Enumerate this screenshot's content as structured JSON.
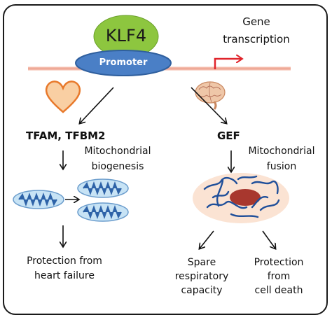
{
  "klf4": "KLF4",
  "promoter": "Promoter",
  "gene_transcription": [
    "Gene",
    "transcription"
  ],
  "left_factor": "TFAM, TFBM2",
  "right_factor": "GEF",
  "left_process": [
    "Mitochondrial",
    "biogenesis"
  ],
  "right_process": [
    "Mitochondrial",
    "fusion"
  ],
  "left_outcome": [
    "Protection from",
    "heart failure"
  ],
  "right_outcome_1": [
    "Spare",
    "respiratory",
    "capacity"
  ],
  "right_outcome_2": [
    "Protection",
    "from",
    "cell death"
  ],
  "colors": {
    "klf4_fill": "#8dc63f",
    "promoter_fill": "#4a7fc6",
    "dna_line": "#f4b8a8",
    "tss_arrow": "#e0242b",
    "heart_fill": "#f9cfa3",
    "heart_stroke": "#e8792b",
    "mito_fill": "#c7e3f5",
    "mito_cristae": "#2e63a8",
    "cell_fill": "#fbe3d3",
    "nucleus_fill": "#a8372e",
    "network": "#1f4f9a"
  },
  "icons": [
    "heart-icon",
    "brain-icon",
    "mitochondrion-icon",
    "cell-network-icon"
  ]
}
